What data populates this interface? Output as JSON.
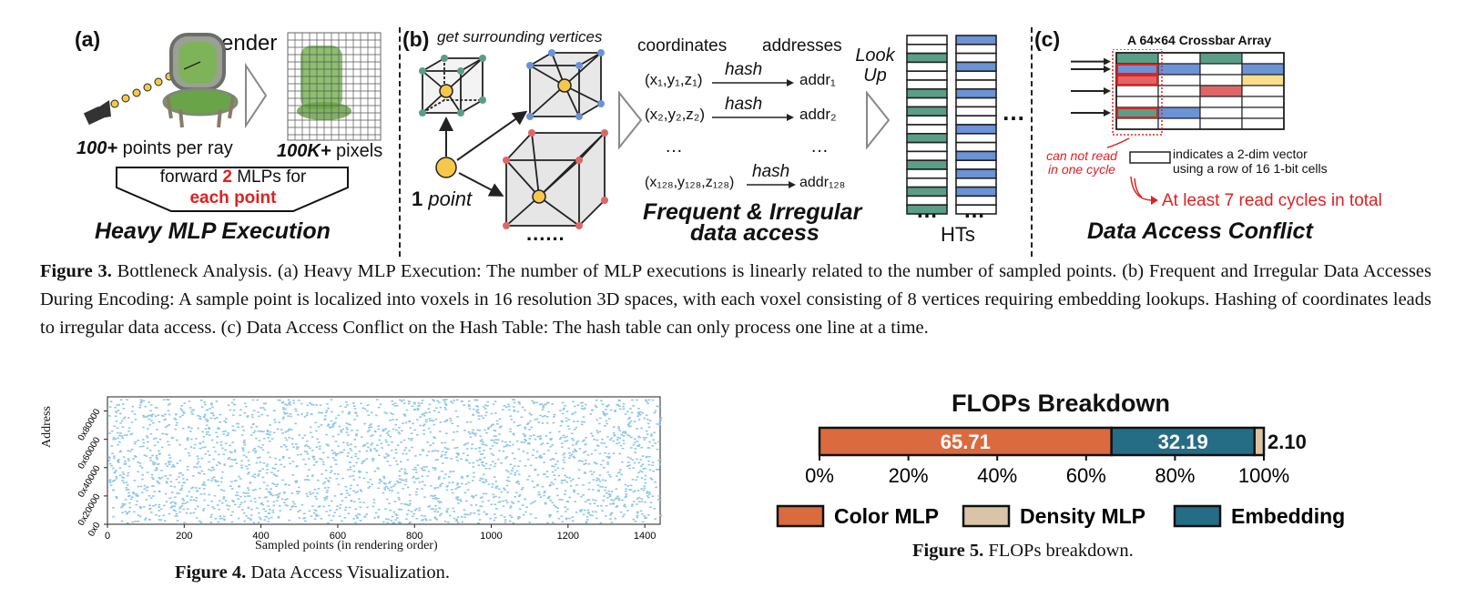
{
  "fig3": {
    "panel_a": {
      "label": "(a)",
      "render_word": "render",
      "points_bold": "100+",
      "points_rest": " points per ray",
      "pixels_bold": "100K+",
      "pixels_rest": " pixels",
      "mlp_pre": "forward ",
      "mlp_num": "2",
      "mlp_post": " MLPs for",
      "mlp_each": "each point",
      "title": "Heavy MLP Execution"
    },
    "panel_b": {
      "label": "(b)",
      "surround": "get surrounding vertices",
      "one": "1",
      "point": " point",
      "dots": "......",
      "coords_header": "coordinates",
      "addr_header": "addresses",
      "hash": "hash",
      "rows": [
        {
          "coord": "(x₁,y₁,z₁)",
          "addr": "addr₁"
        },
        {
          "coord": "(x₂,y₂,z₂)",
          "addr": "addr₂"
        },
        {
          "coord": "…",
          "addr": "…"
        },
        {
          "coord": "(x₁₂₈,y₁₂₈,z₁₂₈)",
          "addr": "addr₁₂₈"
        }
      ],
      "title_line1": "Frequent & Irregular",
      "title_line2": "data access",
      "lookup1": "Look",
      "lookup2": "Up",
      "hts": "HTs",
      "ht_dots": "…",
      "ht_more": "…"
    },
    "panel_c": {
      "label": "(c)",
      "array_title": "A 64×64 Crossbar Array",
      "cannot1": "can not read",
      "cannot2": "in one cycle",
      "indicates1": "indicates a 2-dim vector",
      "indicates2": "using a row of 16 1-bit cells",
      "cycles": "At least 7 read cycles in total",
      "title": "Data Access Conflict"
    },
    "caption_label": "Figure 3.",
    "caption_text": " Bottleneck Analysis. (a) Heavy MLP Execution: The number of MLP executions is linearly related to the number of sampled points. (b) Frequent and Irregular Data Accesses During Encoding: A sample point is localized into voxels in 16 resolution 3D spaces, with each voxel consisting of 8 vertices requiring embedding lookups. Hashing of coordinates leads to irregular data access. (c) Data Access Conflict on the Hash Table: The hash table can only process one line at a time."
  },
  "fig4": {
    "ylabel": "Address",
    "xlabel": "Sampled points (in rendering order)",
    "yticks": [
      "0x0",
      "0x20000",
      "0x40000",
      "0x60000",
      "0x80000"
    ],
    "xticks": [
      "0",
      "200",
      "400",
      "600",
      "800",
      "1000",
      "1200",
      "1400"
    ],
    "caption_label": "Figure 4.",
    "caption_text": " Data Access Visualization.",
    "color": "#8ec6e6"
  },
  "fig5": {
    "title": "FLOPs Breakdown",
    "caption_label": "Figure 5.",
    "caption_text": " FLOPs breakdown."
  },
  "chart_data": [
    {
      "type": "bar",
      "orientation": "horizontal-stacked",
      "title": "FLOPs Breakdown",
      "series": [
        {
          "name": "Color MLP",
          "value": 65.71,
          "label": "65.71",
          "color": "#db6a3f"
        },
        {
          "name": "Embedding",
          "value": 32.19,
          "label": "32.19",
          "color": "#256d85"
        },
        {
          "name": "Density MLP",
          "value": 2.1,
          "label": "2.10",
          "color": "#d9c4a8"
        }
      ],
      "xticks": [
        "0%",
        "20%",
        "40%",
        "60%",
        "80%",
        "100%"
      ],
      "xlim": [
        0,
        100
      ],
      "legend": [
        {
          "name": "Color MLP",
          "color": "#db6a3f"
        },
        {
          "name": "Density MLP",
          "color": "#d9c4a8"
        },
        {
          "name": "Embedding",
          "color": "#256d85"
        }
      ],
      "legend_placement": "bottom"
    },
    {
      "type": "scatter",
      "title": "",
      "xlabel": "Sampled points (in rendering order)",
      "ylabel": "Address",
      "xlim": [
        0,
        1440
      ],
      "ylim": [
        0,
        589824
      ],
      "xticks": [
        0,
        200,
        400,
        600,
        800,
        1000,
        1200,
        1400
      ],
      "yticks": [
        "0x0",
        "0x20000",
        "0x40000",
        "0x60000",
        "0x80000"
      ],
      "description_points": "dense random scatter of memory addresses across the full address range for all sampled points",
      "point_count_approx": 2600
    }
  ]
}
